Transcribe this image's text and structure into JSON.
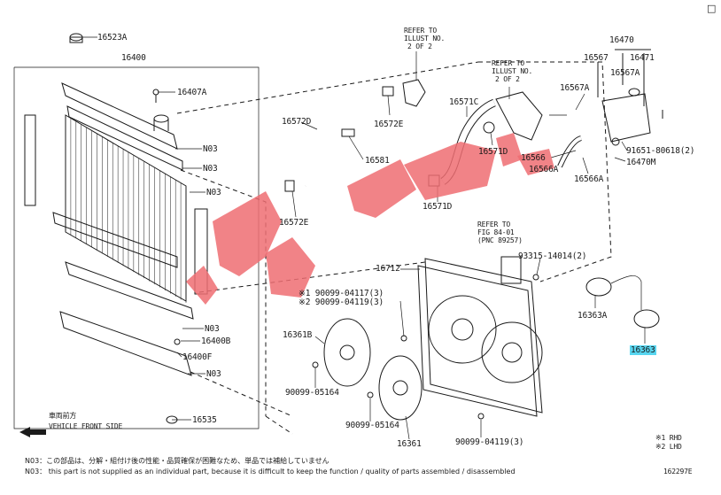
{
  "diagram": {
    "figure_id": "162297E",
    "corner_mark": "□",
    "parts": [
      {
        "id": "p16523A",
        "label": "16523A"
      },
      {
        "id": "p16400",
        "label": "16400"
      },
      {
        "id": "p16407A",
        "label": "16407A"
      },
      {
        "id": "n03a",
        "label": "N03"
      },
      {
        "id": "n03b",
        "label": "N03"
      },
      {
        "id": "n03c",
        "label": "N03"
      },
      {
        "id": "n03d",
        "label": "N03"
      },
      {
        "id": "p16400B",
        "label": "16400B"
      },
      {
        "id": "p16400F",
        "label": "16400F"
      },
      {
        "id": "n03e",
        "label": "N03"
      },
      {
        "id": "p16535",
        "label": "16535"
      },
      {
        "id": "p16572D",
        "label": "16572D"
      },
      {
        "id": "p16572E_a",
        "label": "16572E"
      },
      {
        "id": "p16581",
        "label": "16581"
      },
      {
        "id": "p16572E_b",
        "label": "16572E"
      },
      {
        "id": "p16571C",
        "label": "16571C"
      },
      {
        "id": "p16571D",
        "label": "16571D"
      },
      {
        "id": "p16571D_b",
        "label": "16571D"
      },
      {
        "id": "p16470",
        "label": "16470"
      },
      {
        "id": "p16567",
        "label": "16567"
      },
      {
        "id": "p16471",
        "label": "16471"
      },
      {
        "id": "p16567A_a",
        "label": "16567A"
      },
      {
        "id": "p16567A_b",
        "label": "16567A"
      },
      {
        "id": "p16566",
        "label": "16566"
      },
      {
        "id": "p16566A_a",
        "label": "16566A"
      },
      {
        "id": "p16566A_b",
        "label": "16566A"
      },
      {
        "id": "p91651",
        "label": "91651-80618(2)"
      },
      {
        "id": "p16470M",
        "label": "16470M"
      },
      {
        "id": "p93315",
        "label": "93315-14014(2)"
      },
      {
        "id": "p16712",
        "label": "16712"
      },
      {
        "id": "p90099_4117",
        "label": "※1 90099-04117(3)"
      },
      {
        "id": "p90099_4119a",
        "label": "※2 90099-04119(3)"
      },
      {
        "id": "p16363A",
        "label": "16363A"
      },
      {
        "id": "p16363",
        "label": "16363"
      },
      {
        "id": "p16361B",
        "label": "16361B"
      },
      {
        "id": "p90099_5164a",
        "label": "90099-05164"
      },
      {
        "id": "p90099_5164b",
        "label": "90099-05164"
      },
      {
        "id": "p16361",
        "label": "16361"
      },
      {
        "id": "p90099_4119b",
        "label": "90099-04119(3)"
      }
    ],
    "refer_notes": [
      {
        "id": "refer1",
        "lines": [
          "REFER TO",
          "ILLUST NO.",
          "2 OF 2"
        ]
      },
      {
        "id": "refer2",
        "lines": [
          "REFER TO",
          "ILLUST NO.",
          "2 OF 2"
        ]
      },
      {
        "id": "refer3",
        "lines": [
          "REFER TO",
          "FIG 84-01",
          "(PNC 89257)"
        ]
      }
    ],
    "direction": {
      "jp": "車両前方",
      "en": "VEHICLE FRONT SIDE"
    },
    "legend": {
      "rhd": "※1 RHD",
      "lhd": "※2 LHD"
    },
    "footnotes": [
      "N03：この部品は、分解・組付け後の性能・品質確保が困難なため、単品では補給していません",
      "N03： this part is not supplied as an individual part, because it is difficult to keep the function / quality of parts assembled / disassembled"
    ]
  },
  "colors": {
    "highlight": "#58d6f0",
    "watermark": "#ef6d72",
    "line": "#1a1a1a"
  }
}
